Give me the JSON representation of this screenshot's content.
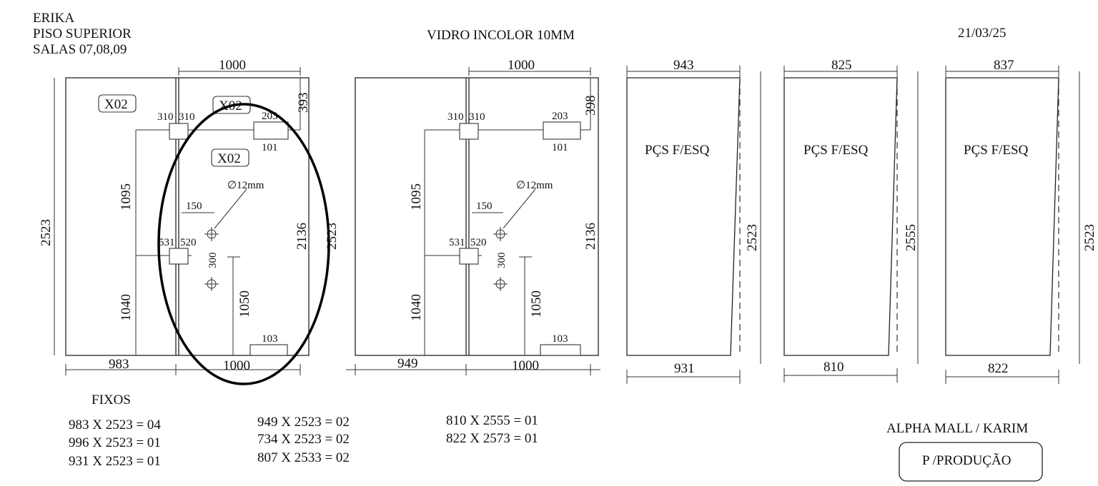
{
  "header": {
    "client": "ERIKA",
    "floor": "PISO SUPERIOR",
    "rooms": "SALAS 07,08,09",
    "material": "VIDRO INCOLOR 10MM",
    "date": "21/03/25"
  },
  "panel_left": {
    "top_width": "1000",
    "tag_a": "X02",
    "tag_b": "X02",
    "tag_c": "X02",
    "hinge_top_left": "310",
    "hinge_top_right": "310",
    "lock_width": "203",
    "lock_height": "101",
    "top_offset": "393",
    "left_height": "2523",
    "upper_height": "1095",
    "hole_label": "∅12mm",
    "hole_offset": "150",
    "hinge_mid_left": "531",
    "hinge_mid_right": "520",
    "hole_spacing": "300",
    "lower_height": "1040",
    "handle_height": "1050",
    "right_height": "2136",
    "right_outer_height": "2523",
    "bottom_notch": "103",
    "bottom_left": "983",
    "bottom_right": "1000"
  },
  "panel_mid": {
    "top_width": "1000",
    "hinge_top_left": "310",
    "hinge_top_right": "310",
    "lock_width": "203",
    "lock_height": "101",
    "top_offset": "398",
    "upper_height": "1095",
    "hole_label": "∅12mm",
    "hole_offset": "150",
    "hinge_mid_left": "531",
    "hinge_mid_right": "520",
    "hole_spacing": "300",
    "lower_height": "1040",
    "handle_height": "1050",
    "right_height": "2136",
    "bottom_notch": "103",
    "bottom_left": "949",
    "bottom_right": "1000"
  },
  "pieces": [
    {
      "top": "943",
      "bottom": "931",
      "height": "2523",
      "label": "PÇS F/ESQ"
    },
    {
      "top": "825",
      "bottom": "810",
      "height": "2555",
      "label": "PÇS F/ESQ"
    },
    {
      "top": "837",
      "bottom": "822",
      "height": "2523",
      "label": "PÇS F/ESQ"
    }
  ],
  "fixos": {
    "title": "FIXOS",
    "col1": [
      "983 X 2523 = 04",
      "996 X 2523 = 01",
      "931 X 2523 = 01"
    ],
    "col2": [
      "949 X 2523 = 02",
      "734 X 2523 = 02",
      "807 X 2533 = 02"
    ],
    "col3": [
      "810 X 2555 = 01",
      "822 X 2573 = 01"
    ]
  },
  "footer": {
    "project": "ALPHA MALL / KARIM",
    "stamp": "P /PRODUÇÃO"
  }
}
